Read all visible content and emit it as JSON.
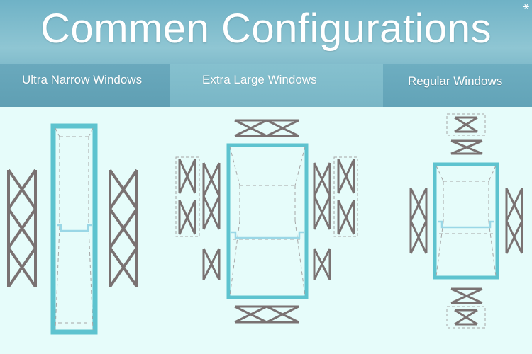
{
  "title": "Commen Configurations",
  "columns": [
    {
      "label": "Ultra Narrow Windows"
    },
    {
      "label": "Extra Large Windows"
    },
    {
      "label": "Regular Windows"
    }
  ],
  "colors": {
    "background": "#e6fcfa",
    "header": "#7ab8ca",
    "window_frame": "#5ec3cf",
    "truss": "#7a7272",
    "dashed": "#a6a6a6",
    "mullion": "#9ad7e6"
  },
  "corner_icon": "settings-glyph-icon"
}
